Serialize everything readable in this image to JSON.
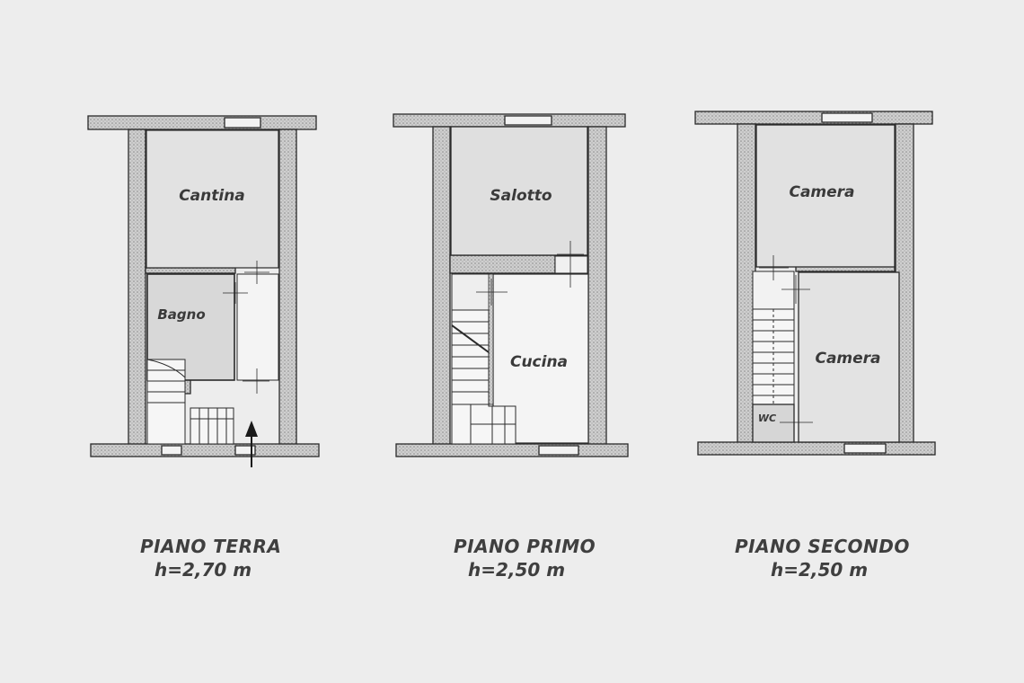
{
  "floors": [
    {
      "id": "piano-terra",
      "name": "PIANO TERRA",
      "height": "h=2,70 m",
      "rooms": [
        "Cantina",
        "Bagno"
      ]
    },
    {
      "id": "piano-primo",
      "name": "PIANO PRIMO",
      "height": "h=2,50 m",
      "rooms": [
        "Salotto",
        "Cucina"
      ]
    },
    {
      "id": "piano-secondo",
      "name": "PIANO SECONDO",
      "height": "h=2,50 m",
      "rooms": [
        "Camera",
        "Camera",
        "WC"
      ]
    }
  ],
  "colors": {
    "background": "#ededed",
    "wall": "#c9c9c9",
    "room_gray": "#e1e1e1",
    "room_light": "#f4f4f4",
    "line": "#2a2a2a",
    "text": "#3a3a3a"
  }
}
